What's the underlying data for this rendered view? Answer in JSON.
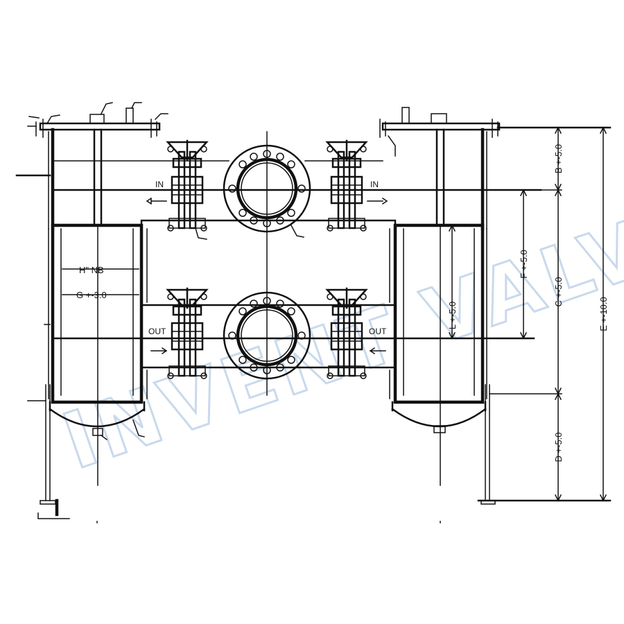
{
  "watermark": "INVENT VALVES",
  "labels": {
    "in_left": "IN",
    "in_right": "IN",
    "out_left": "OUT",
    "out_right": "OUT",
    "nominal_bore": "H\" NB",
    "g_dim": "G +-3.0"
  },
  "dimensions": {
    "b": "B +-5.0",
    "c": "C +-5.0",
    "d": "D +-5.0",
    "e": "E +-10.0",
    "f": "F +-5.0",
    "l": "L +-5.0"
  }
}
